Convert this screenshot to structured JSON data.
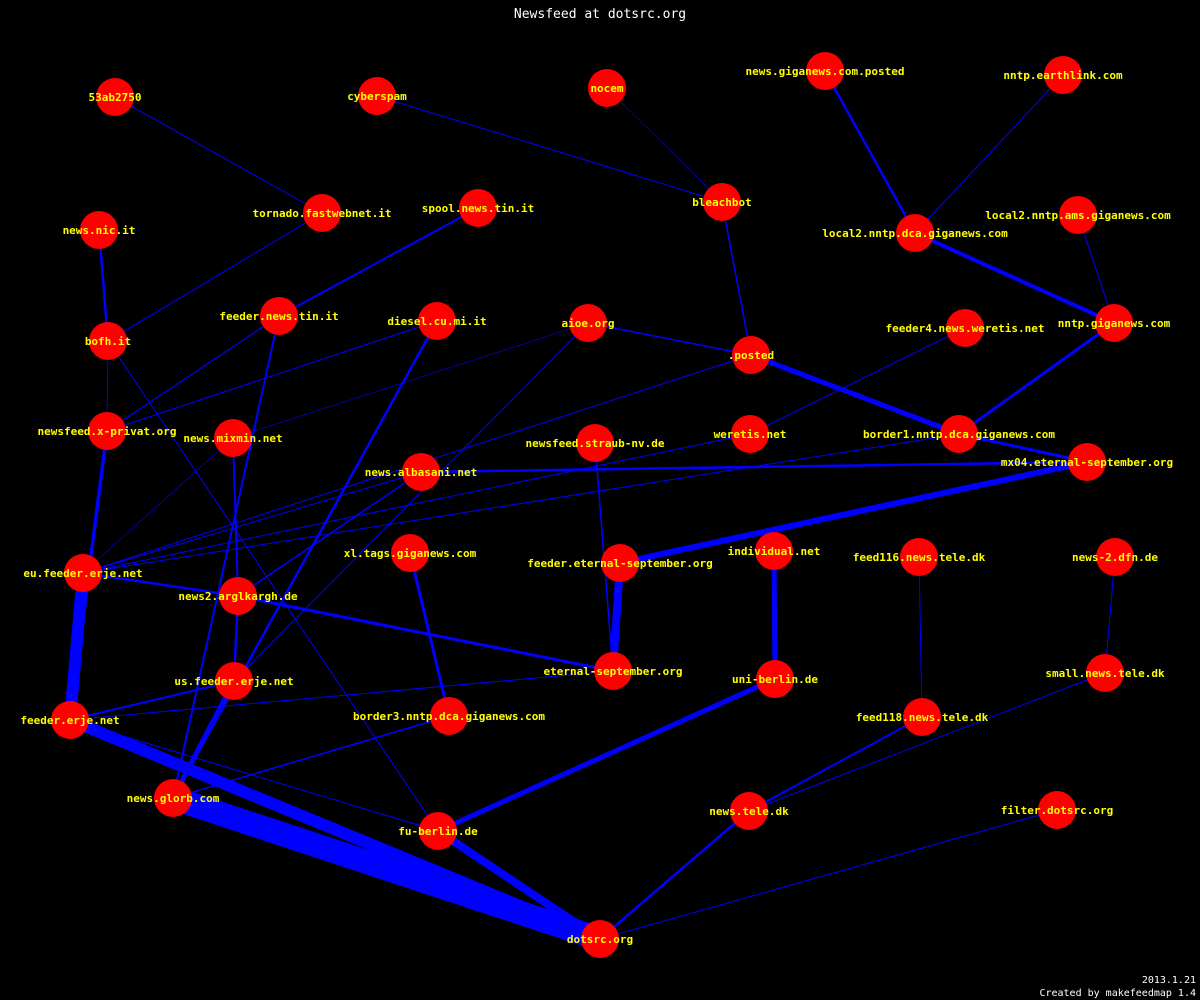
{
  "title": "Newsfeed at dotsrc.org",
  "footer": {
    "date": "2013.1.21",
    "credit": "Created by makefeedmap 1.4"
  },
  "colors": {
    "background": "#000000",
    "node": "#ff0000",
    "label": "#ffff00",
    "edge": "#0000ff",
    "text": "#ffffff"
  },
  "graph": {
    "nodes": [
      {
        "id": "53ab2750",
        "label": "53ab2750"
      },
      {
        "id": "cyberspam",
        "label": "cyberspam"
      },
      {
        "id": "nocem",
        "label": "nocem"
      },
      {
        "id": "news.giganews.com.posted",
        "label": "news.giganews.com.posted"
      },
      {
        "id": "nntp.earthlink.com",
        "label": "nntp.earthlink.com"
      },
      {
        "id": "tornado.fastwebnet.it",
        "label": "tornado.fastwebnet.it"
      },
      {
        "id": "spool.news.tin.it",
        "label": "spool.news.tin.it"
      },
      {
        "id": "bleachbot",
        "label": "bleachbot"
      },
      {
        "id": "news.nic.it",
        "label": "news.nic.it"
      },
      {
        "id": "local2.nntp.dca.giganews.com",
        "label": "local2.nntp.dca.giganews.com"
      },
      {
        "id": "local2.nntp.ams.giganews.com",
        "label": "local2.nntp.ams.giganews.com"
      },
      {
        "id": "bofh.it",
        "label": "bofh.it"
      },
      {
        "id": "feeder.news.tin.it",
        "label": "feeder.news.tin.it"
      },
      {
        "id": "diesel.cu.mi.it",
        "label": "diesel.cu.mi.it"
      },
      {
        "id": "aioe.org",
        "label": "aioe.org"
      },
      {
        "id": ".posted",
        "label": ".posted"
      },
      {
        "id": "feeder4.news.weretis.net",
        "label": "feeder4.news.weretis.net"
      },
      {
        "id": "nntp.giganews.com",
        "label": "nntp.giganews.com"
      },
      {
        "id": "newsfeed.x-privat.org",
        "label": "newsfeed.x-privat.org"
      },
      {
        "id": "news.mixmin.net",
        "label": "news.mixmin.net"
      },
      {
        "id": "newsfeed.straub-nv.de",
        "label": "newsfeed.straub-nv.de"
      },
      {
        "id": "weretis.net",
        "label": "weretis.net"
      },
      {
        "id": "border1.nntp.dca.giganews.com",
        "label": "border1.nntp.dca.giganews.com"
      },
      {
        "id": "news.albasani.net",
        "label": "news.albasani.net"
      },
      {
        "id": "mx04.eternal-september.org",
        "label": "mx04.eternal-september.org"
      },
      {
        "id": "eu.feeder.erje.net",
        "label": "eu.feeder.erje.net"
      },
      {
        "id": "xl.tags.giganews.com",
        "label": "xl.tags.giganews.com"
      },
      {
        "id": "feeder.eternal-september.org",
        "label": "feeder.eternal-september.org"
      },
      {
        "id": "individual.net",
        "label": "individual.net"
      },
      {
        "id": "feed116.news.tele.dk",
        "label": "feed116.news.tele.dk"
      },
      {
        "id": "news-2.dfn.de",
        "label": "news-2.dfn.de"
      },
      {
        "id": "news2.arglkargh.de",
        "label": "news2.arglkargh.de"
      },
      {
        "id": "eternal-september.org",
        "label": "eternal-september.org"
      },
      {
        "id": "uni-berlin.de",
        "label": "uni-berlin.de"
      },
      {
        "id": "small.news.tele.dk",
        "label": "small.news.tele.dk"
      },
      {
        "id": "us.feeder.erje.net",
        "label": "us.feeder.erje.net"
      },
      {
        "id": "feeder.erje.net",
        "label": "feeder.erje.net"
      },
      {
        "id": "border3.nntp.dca.giganews.com",
        "label": "border3.nntp.dca.giganews.com"
      },
      {
        "id": "feed118.news.tele.dk",
        "label": "feed118.news.tele.dk"
      },
      {
        "id": "news.glorb.com",
        "label": "news.glorb.com"
      },
      {
        "id": "fu-berlin.de",
        "label": "fu-berlin.de"
      },
      {
        "id": "news.tele.dk",
        "label": "news.tele.dk"
      },
      {
        "id": "filter.dotsrc.org",
        "label": "filter.dotsrc.org"
      },
      {
        "id": "dotsrc.org",
        "label": "dotsrc.org"
      }
    ],
    "edges": [
      {
        "from": "53ab2750",
        "to": "tornado.fastwebnet.it",
        "weight": 1
      },
      {
        "from": "cyberspam",
        "to": "bleachbot",
        "weight": 1
      },
      {
        "from": "nocem",
        "to": "bleachbot",
        "weight": 0.6
      },
      {
        "from": "bleachbot",
        "to": ".posted",
        "weight": 1.5
      },
      {
        "from": "news.giganews.com.posted",
        "to": "local2.nntp.dca.giganews.com",
        "weight": 2.5
      },
      {
        "from": "nntp.earthlink.com",
        "to": "local2.nntp.dca.giganews.com",
        "weight": 1
      },
      {
        "from": "local2.nntp.dca.giganews.com",
        "to": "nntp.giganews.com",
        "weight": 4
      },
      {
        "from": "local2.nntp.ams.giganews.com",
        "to": "nntp.giganews.com",
        "weight": 1
      },
      {
        "from": "nntp.giganews.com",
        "to": "border1.nntp.dca.giganews.com",
        "weight": 3
      },
      {
        "from": ".posted",
        "to": "border1.nntp.dca.giganews.com",
        "weight": 5
      },
      {
        "from": "aioe.org",
        "to": ".posted",
        "weight": 1.5
      },
      {
        "from": "border1.nntp.dca.giganews.com",
        "to": "mx04.eternal-september.org",
        "weight": 3
      },
      {
        "from": "tornado.fastwebnet.it",
        "to": "bofh.it",
        "weight": 1
      },
      {
        "from": "news.nic.it",
        "to": "bofh.it",
        "weight": 2.5
      },
      {
        "from": "spool.news.tin.it",
        "to": "feeder.news.tin.it",
        "weight": 2
      },
      {
        "from": "bofh.it",
        "to": "newsfeed.x-privat.org",
        "weight": 1
      },
      {
        "from": "bofh.it",
        "to": "fu-berlin.de",
        "weight": 1
      },
      {
        "from": "feeder.news.tin.it",
        "to": "newsfeed.x-privat.org",
        "weight": 1.2
      },
      {
        "from": "feeder.news.tin.it",
        "to": "news.glorb.com",
        "weight": 2
      },
      {
        "from": "diesel.cu.mi.it",
        "to": "newsfeed.x-privat.org",
        "weight": 1
      },
      {
        "from": "diesel.cu.mi.it",
        "to": "news.glorb.com",
        "weight": 2.5
      },
      {
        "from": "aioe.org",
        "to": "news.mixmin.net",
        "weight": 0.6
      },
      {
        "from": "aioe.org",
        "to": "us.feeder.erje.net",
        "weight": 1
      },
      {
        "from": ".posted",
        "to": "eu.feeder.erje.net",
        "weight": 1
      },
      {
        "from": "feeder4.news.weretis.net",
        "to": "weretis.net",
        "weight": 1
      },
      {
        "from": "weretis.net",
        "to": "eu.feeder.erje.net",
        "weight": 1
      },
      {
        "from": "border1.nntp.dca.giganews.com",
        "to": "eu.feeder.erje.net",
        "weight": 1
      },
      {
        "from": "mx04.eternal-september.org",
        "to": "feeder.eternal-september.org",
        "weight": 6
      },
      {
        "from": "mx04.eternal-september.org",
        "to": "news.albasani.net",
        "weight": 2.5
      },
      {
        "from": "newsfeed.x-privat.org",
        "to": "feeder.erje.net",
        "weight": 3.5
      },
      {
        "from": "news.mixmin.net",
        "to": "news2.arglkargh.de",
        "weight": 2
      },
      {
        "from": "news.mixmin.net",
        "to": "eu.feeder.erje.net",
        "weight": 0.6
      },
      {
        "from": "news.albasani.net",
        "to": "eu.feeder.erje.net",
        "weight": 1
      },
      {
        "from": "news.albasani.net",
        "to": "news2.arglkargh.de",
        "weight": 1.5
      },
      {
        "from": "newsfeed.straub-nv.de",
        "to": "eternal-september.org",
        "weight": 1.5
      },
      {
        "from": "feeder.eternal-september.org",
        "to": "eternal-september.org",
        "weight": 8
      },
      {
        "from": "eu.feeder.erje.net",
        "to": "news2.arglkargh.de",
        "weight": 2.5
      },
      {
        "from": "eu.feeder.erje.net",
        "to": "feeder.erje.net",
        "weight": 12
      },
      {
        "from": "news2.arglkargh.de",
        "to": "eternal-september.org",
        "weight": 3
      },
      {
        "from": "news2.arglkargh.de",
        "to": "us.feeder.erje.net",
        "weight": 2.5
      },
      {
        "from": "xl.tags.giganews.com",
        "to": "border3.nntp.dca.giganews.com",
        "weight": 3
      },
      {
        "from": "border3.nntp.dca.giganews.com",
        "to": "news.glorb.com",
        "weight": 1.5
      },
      {
        "from": "eternal-september.org",
        "to": "feeder.erje.net",
        "weight": 1
      },
      {
        "from": "individual.net",
        "to": "uni-berlin.de",
        "weight": 5
      },
      {
        "from": "uni-berlin.de",
        "to": "fu-berlin.de",
        "weight": 5
      },
      {
        "from": "feed116.news.tele.dk",
        "to": "feed118.news.tele.dk",
        "weight": 1
      },
      {
        "from": "feed118.news.tele.dk",
        "to": "news.tele.dk",
        "weight": 2
      },
      {
        "from": "news-2.dfn.de",
        "to": "small.news.tele.dk",
        "weight": 1
      },
      {
        "from": "small.news.tele.dk",
        "to": "news.tele.dk",
        "weight": 1
      },
      {
        "from": "us.feeder.erje.net",
        "to": "feeder.erje.net",
        "weight": 2
      },
      {
        "from": "us.feeder.erje.net",
        "to": "news.glorb.com",
        "weight": 5
      },
      {
        "from": "feeder.erje.net",
        "to": "fu-berlin.de",
        "weight": 1
      },
      {
        "from": "feeder.erje.net",
        "to": "dotsrc.org",
        "weight": 12
      },
      {
        "from": "news.glorb.com",
        "to": "dotsrc.org",
        "weight": 24
      },
      {
        "from": "fu-berlin.de",
        "to": "dotsrc.org",
        "weight": 8
      },
      {
        "from": "news.tele.dk",
        "to": "dotsrc.org",
        "weight": 2.5
      },
      {
        "from": "filter.dotsrc.org",
        "to": "dotsrc.org",
        "weight": 1
      }
    ]
  }
}
